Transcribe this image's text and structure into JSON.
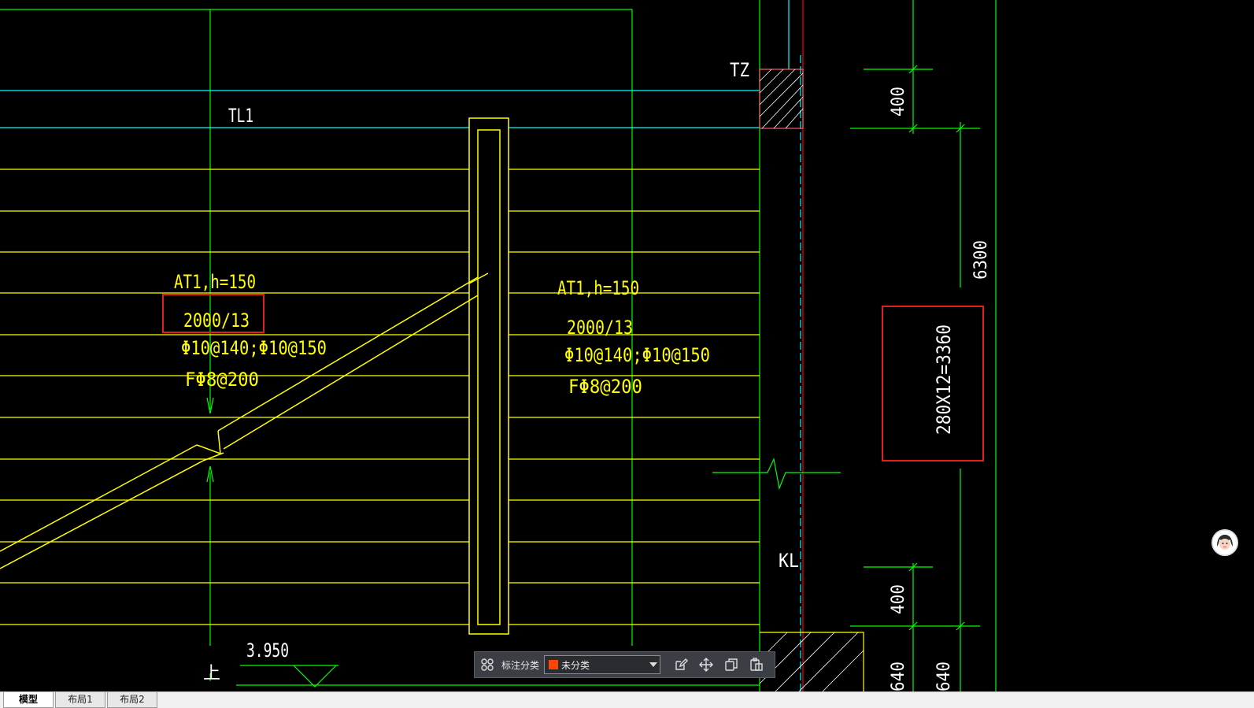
{
  "drawing": {
    "beam_label_tl1": "TL1",
    "column_label_tz": "TZ",
    "beam_label_kl": "KL",
    "left_flight": {
      "name": "AT1,h=150",
      "steps": "2000/13",
      "rebar_main": "Φ10@140;Φ10@150",
      "rebar_dist": "FΦ8@200"
    },
    "right_flight": {
      "name": "AT1,h=150",
      "steps": "2000/13",
      "rebar_main": "Φ10@140;Φ10@150",
      "rebar_dist": "FΦ8@200"
    },
    "level_mark": "3.950",
    "up_mark": "上",
    "dim_400_top": "400",
    "dim_6300": "6300",
    "dim_steps": "280X12=3360",
    "dim_400_bottom": "400",
    "dim_640_a": "640",
    "dim_640_b": "640"
  },
  "colors": {
    "yellow": "#ffff00",
    "green": "#00ff00",
    "cyan": "#00ffff",
    "red": "#ff0000",
    "white": "#ffffff",
    "highlight": "#e02020"
  },
  "annotation_toolbar": {
    "category_label": "标注分类",
    "category_value": "未分类",
    "swatch_color": "#ff4500",
    "icons": [
      "grid-icon",
      "edit-icon",
      "move-icon",
      "copy-icon",
      "paste-icon"
    ]
  },
  "layout_tabs": [
    "模型",
    "布局1",
    "布局2"
  ]
}
